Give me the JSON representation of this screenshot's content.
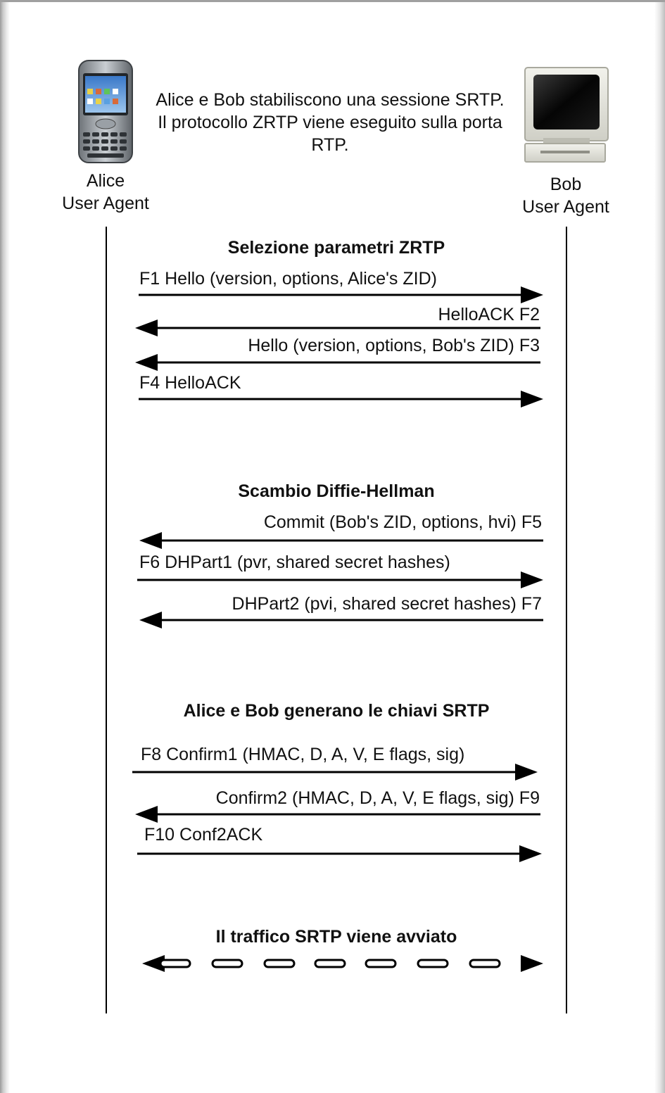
{
  "intro": {
    "line1": "Alice e Bob stabiliscono una sessione SRTP.",
    "line2": "Il protocollo ZRTP viene eseguito sulla porta RTP."
  },
  "actors": {
    "alice": {
      "name": "Alice",
      "role": "User Agent",
      "icon": "smartphone-icon"
    },
    "bob": {
      "name": "Bob",
      "role": "User Agent",
      "icon": "desktop-computer-icon"
    }
  },
  "sections": {
    "zrtp_params": "Selezione parametri ZRTP",
    "diffie_hellman": "Scambio Diffie-Hellman",
    "srtp_keys": "Alice e Bob generano le chiavi SRTP",
    "srtp_traffic": "Il traffico SRTP viene avviato"
  },
  "messages": {
    "f1": "F1 Hello (version, options, Alice's ZID)",
    "f2": "HelloACK F2",
    "f3": "Hello (version, options, Bob's ZID) F3",
    "f4": "F4 HelloACK",
    "f5": "Commit (Bob's ZID, options, hvi) F5",
    "f6": "F6 DHPart1 (pvr, shared secret hashes)",
    "f7": "DHPart2 (pvi, shared secret hashes) F7",
    "f8": "F8 Confirm1 (HMAC, D, A, V, E flags, sig)",
    "f9": "Confirm2 (HMAC, D, A, V, E flags, sig) F9",
    "f10": "F10 Conf2ACK"
  },
  "colors": {
    "line": "#000000",
    "text": "#111111"
  }
}
